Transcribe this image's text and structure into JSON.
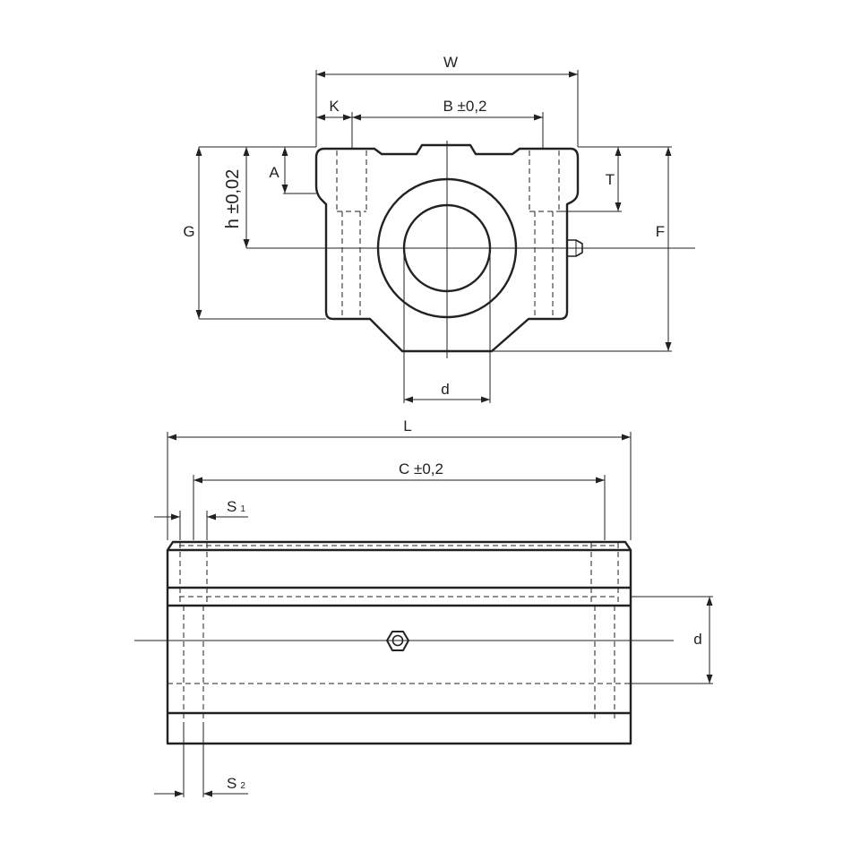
{
  "top_view": {
    "labels": {
      "W": "W",
      "K": "K",
      "B": "B ±0,2",
      "A": "A",
      "T": "T",
      "h": "h ±0,02",
      "G": "G",
      "F": "F",
      "d": "d"
    }
  },
  "side_view": {
    "labels": {
      "L": "L",
      "C": "C ±0,2",
      "S1_main": "S",
      "S1_sub": "1",
      "S2_main": "S",
      "S2_sub": "2",
      "d": "d"
    }
  }
}
